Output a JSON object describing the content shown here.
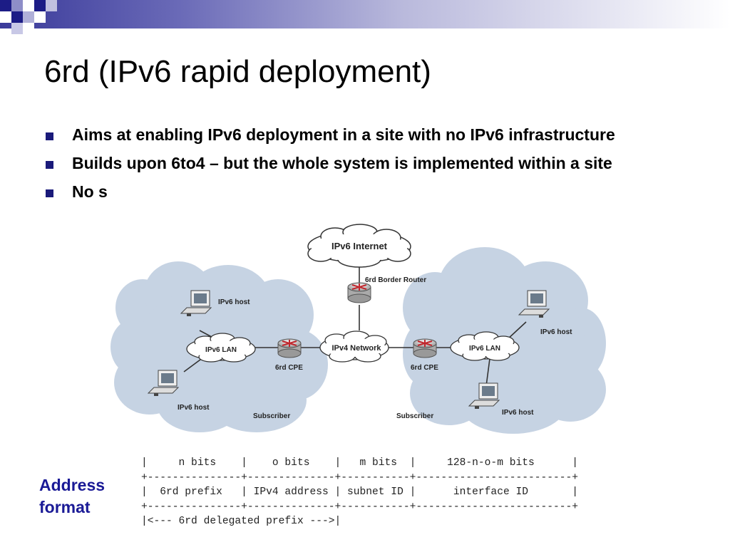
{
  "slide": {
    "title": "6rd (IPv6 rapid deployment)",
    "bullets": [
      "Aims at enabling IPv6 deployment in a site with no IPv6 infrastructure",
      "Builds upon 6to4 – but the whole  system is implemented within a site",
      "No s"
    ]
  },
  "diagram": {
    "ipv6_internet": "IPv6 Internet",
    "border_router": "6rd Border Router",
    "ipv4_network": "IPv4 Network",
    "left": {
      "host_top": "IPv6 host",
      "host_bottom": "IPv6 host",
      "lan": "IPv6 LAN",
      "cpe": "6rd CPE",
      "subscriber": "Subscriber"
    },
    "right": {
      "host_top": "IPv6 host",
      "host_bottom": "IPv6 host",
      "lan": "IPv6 LAN",
      "cpe": "6rd CPE",
      "subscriber": "Subscriber"
    }
  },
  "address_format": {
    "label_line1": "Address",
    "label_line2": "format",
    "rows": [
      "|     n bits    |    o bits    |   m bits  |     128-n-o-m bits      |",
      "+---------------+--------------+-----------+-------------------------+",
      "|  6rd prefix   | IPv4 address | subnet ID |      interface ID       |",
      "+---------------+--------------+-----------+-------------------------+",
      "|<--- 6rd delegated prefix --->|"
    ]
  },
  "colors": {
    "accent": "#1a1a7a",
    "cloud_fill": "#c6d3e3",
    "label_blue": "#1a1a96"
  }
}
